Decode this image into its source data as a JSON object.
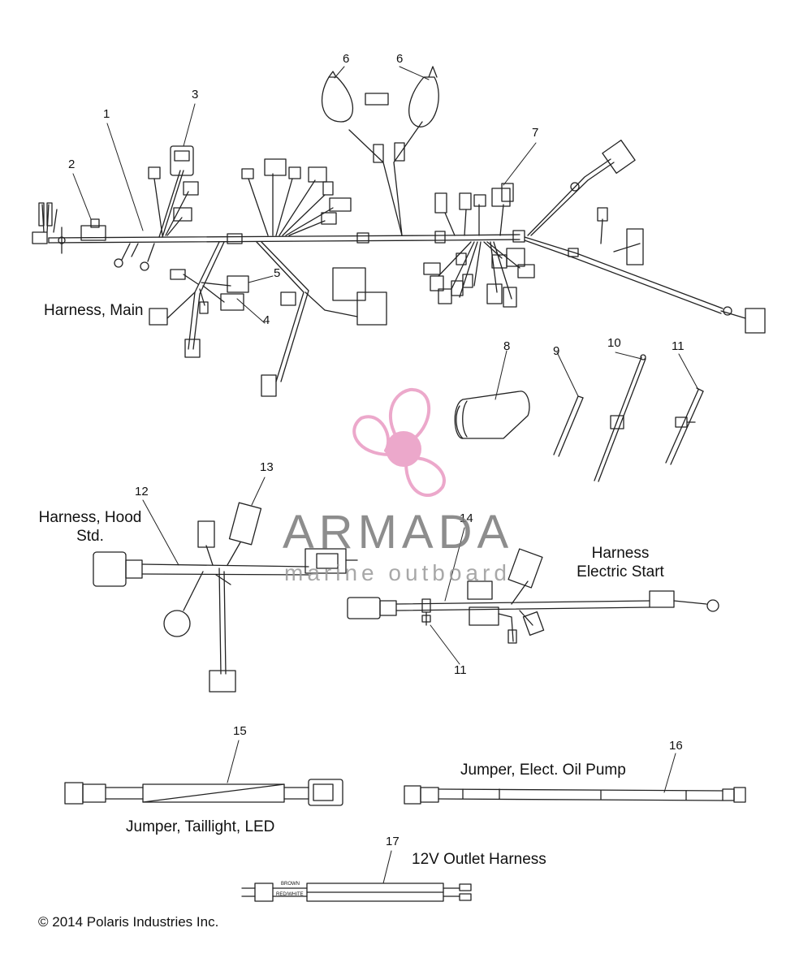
{
  "callouts": [
    "1",
    "2",
    "3",
    "4",
    "5",
    "6",
    "6",
    "7",
    "8",
    "9",
    "10",
    "11",
    "12",
    "13",
    "14",
    "11",
    "15",
    "16",
    "17"
  ],
  "titles": {
    "harness_main": "Harness, Main",
    "harness_hood_line1": "Harness, Hood",
    "harness_hood_line2": "Std.",
    "harness_electric_line1": "Harness",
    "harness_electric_line2": "Electric Start",
    "jumper_taillight": "Jumper, Taillight, LED",
    "jumper_oil_pump": "Jumper, Elect. Oil Pump",
    "outlet_harness": "12V Outlet Harness"
  },
  "wire_labels": {
    "brown": "BROWN",
    "red_white": "RED/WHITE"
  },
  "watermark": {
    "brand": "ARMADA",
    "tagline": "marine outboard",
    "color": "#e68cba"
  },
  "copyright": "© 2014 Polaris Industries Inc."
}
